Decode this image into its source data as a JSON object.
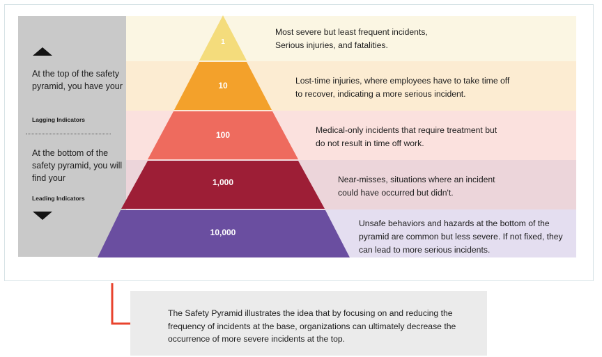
{
  "side_panel": {
    "top_text": "At the top of the safety pyramid, you have your",
    "top_label": "Lagging Indicators",
    "bottom_text": "At the bottom of the safety pyramid, you will find your",
    "bottom_label": "Leading Indicators"
  },
  "levels": [
    {
      "value": "1",
      "color": "#f4dc7c",
      "band_color": "#fbf6e3",
      "description": "Most severe but least frequent incidents, Serious injuries, and fatalities."
    },
    {
      "value": "10",
      "color": "#f3a12b",
      "band_color": "#fcecd2",
      "description": "Lost-time injuries, where employees have to take time off to recover, indicating a more serious incident."
    },
    {
      "value": "100",
      "color": "#ee6b5e",
      "band_color": "#fbe1de",
      "description": "Medical-only incidents that require treatment but do not result in time off work."
    },
    {
      "value": "1,000",
      "color": "#9d1e36",
      "band_color": "#ecd5da",
      "description": "Near-misses, situations where an incident could have occurred but didn't."
    },
    {
      "value": "10,000",
      "color": "#6a4ea0",
      "band_color": "#e4def0",
      "description": "Unsafe behaviors and hazards at the bottom of the pyramid are common but less severe. If not fixed, they can lead to more serious incidents."
    }
  ],
  "note": {
    "text": "The Safety Pyramid illustrates the idea that by focusing on and reducing the frequency of incidents at the base, organizations can ultimately decrease the occurrence of more severe incidents at the top."
  },
  "accent_color": "#e8432d"
}
